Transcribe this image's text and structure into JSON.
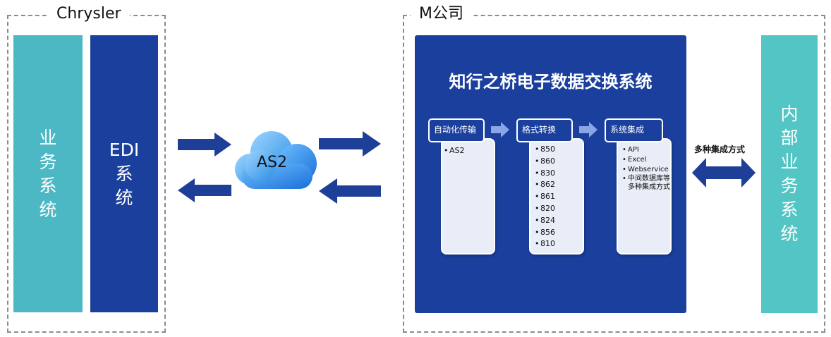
{
  "groups": {
    "left_label": "Chrysler",
    "right_label": "M公司"
  },
  "left_bars": {
    "business_system": "业务系统",
    "edi_system_line1": "EDI",
    "edi_system_line2": "系统"
  },
  "cloud": {
    "label": "AS2"
  },
  "panel": {
    "title": "知行之桥电子数据交换系统",
    "stages": [
      {
        "label": "自动化传输",
        "items": [
          "AS2"
        ]
      },
      {
        "label": "格式转换",
        "items": [
          "850",
          "860",
          "830",
          "862",
          "861",
          "820",
          "824",
          "856",
          "810"
        ]
      },
      {
        "label": "系统集成",
        "items": [
          "API",
          "Excel",
          "Webservice",
          "中间数据库等多种集成方式"
        ]
      }
    ]
  },
  "integration": {
    "label": "多种集成方式"
  },
  "right_bar": {
    "internal_system": "内部业务系统"
  },
  "colors": {
    "teal": "#4cb8c4",
    "teal_right": "#53c5c5",
    "navy": "#1a3f9c",
    "arrow_blue": "#1d3f97",
    "dashed_border": "#8c8c8c"
  }
}
